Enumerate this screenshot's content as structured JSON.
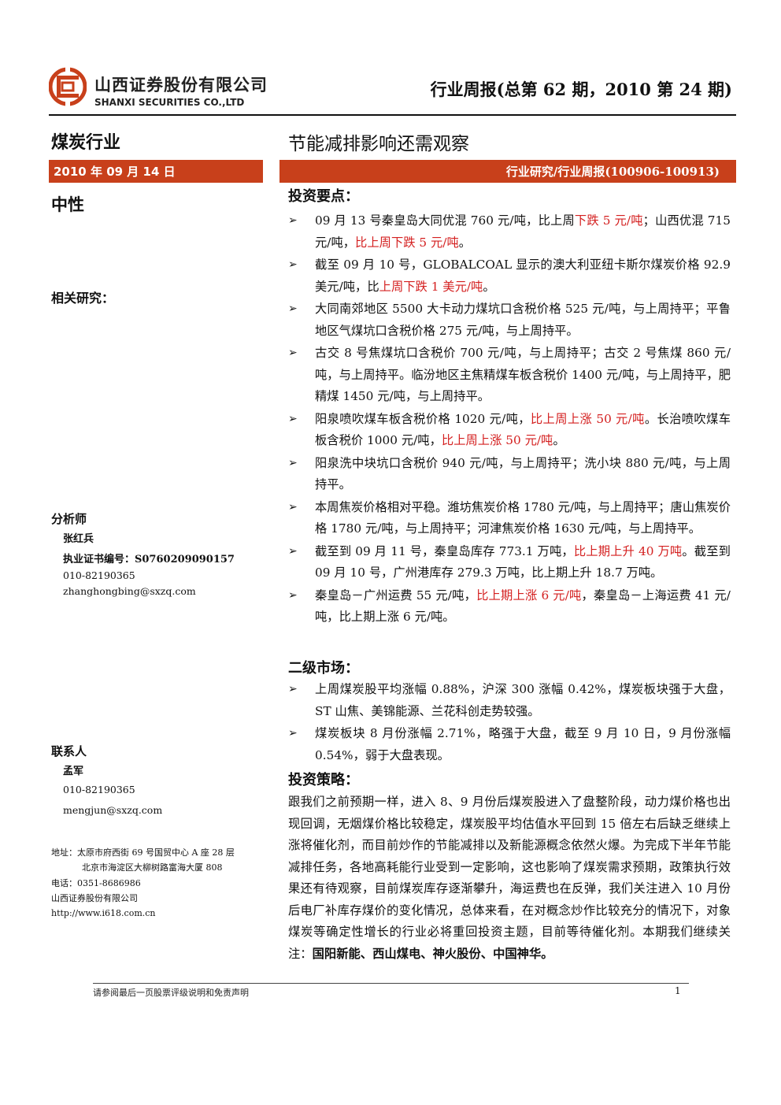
{
  "header": {
    "company_cn": "山西证券股份有限公司",
    "company_en": "SHANXI SECURITIES CO.,LTD",
    "report_title": "行业周报(总第 62 期，2010 第 24 期)",
    "brand_color": "#c8401b"
  },
  "left": {
    "industry": "煤炭行业",
    "date": "2010 年 09 月 14 日",
    "rating": "中性",
    "related_research": "相关研究：",
    "analyst_heading": "分析师",
    "analyst_name": "张红兵",
    "analyst_cert": "执业证书编号：S0760209090157",
    "analyst_phone": "010-82190365",
    "analyst_email": "zhanghongbing@sxzq.com",
    "contact_heading": "联系人",
    "contact_name": "孟军",
    "contact_phone": "010-82190365",
    "contact_email": "mengjun@sxzq.com",
    "address_1": "地址：太原市府西街 69 号国贸中心 A 座 28 层",
    "address_2": "北京市海淀区大柳树路富海大厦 808",
    "tel": "电话：0351-8686986",
    "company": "山西证券股份有限公司",
    "website": "http://www.i618.com.cn"
  },
  "main": {
    "title": "节能减排影响还需观察",
    "category": "行业研究/行业周报(100906-100913)",
    "key_points_heading": "投资要点：",
    "key_points": [
      {
        "a": "09 月 13 号秦皇岛大同优混 760 元/吨，比上周",
        "r1": "下跌 5 元/吨",
        "b": "；山西优混 715 元/吨，",
        "r2": "比上周下跌 5 元/吨",
        "c": "。"
      },
      {
        "a": "截至 09 月 10 号，GLOBALCOAL 显示的澳大利亚纽卡斯尔煤炭价格 92.9 美元/吨，比",
        "r1": "上周下跌 1 美元/吨",
        "b": "。",
        "r2": "",
        "c": ""
      },
      {
        "a": "大同南郊地区 5500 大卡动力煤坑口含税价格 525 元/吨，与上周持平；平鲁地区气煤坑口含税价格 275 元/吨，与上周持平。",
        "r1": "",
        "b": "",
        "r2": "",
        "c": ""
      },
      {
        "a": "古交 8 号焦煤坑口含税价 700 元/吨，与上周持平；古交 2 号焦煤 860 元/吨，与上周持平。临汾地区主焦精煤车板含税价 1400 元/吨，与上周持平，肥精煤 1450 元/吨，与上周持平。",
        "r1": "",
        "b": "",
        "r2": "",
        "c": ""
      },
      {
        "a": "阳泉喷吹煤车板含税价格 1020 元/吨，",
        "r1": "比上周上涨 50 元/吨",
        "b": "。长治喷吹煤车板含税价 1000 元/吨，",
        "r2": "比上周上涨 50 元/吨",
        "c": "。"
      },
      {
        "a": "阳泉洗中块坑口含税价 940 元/吨，与上周持平；洗小块 880 元/吨，与上周持平。",
        "r1": "",
        "b": "",
        "r2": "",
        "c": ""
      },
      {
        "a": "本周焦炭价格相对平稳。潍坊焦炭价格 1780 元/吨，与上周持平；唐山焦炭价格 1780 元/吨，与上周持平；河津焦炭价格 1630 元/吨，与上周持平。",
        "r1": "",
        "b": "",
        "r2": "",
        "c": ""
      },
      {
        "a": "截至到 09 月 11 号，秦皇岛库存 773.1 万吨，",
        "r1": "比上期上升 40 万吨",
        "b": "。截至到 09 月 10 号，广州港库存 279.3 万吨，比上期上升 18.7 万吨。",
        "r2": "",
        "c": ""
      },
      {
        "a": "秦皇岛－广州运费 55 元/吨，",
        "r1": "比上期上涨 6 元/吨",
        "b": "，秦皇岛－上海运费 41 元/吨，比上期上涨 6 元/吨。",
        "r2": "",
        "c": ""
      }
    ],
    "market_heading": "二级市场：",
    "market_points": [
      "上周煤炭股平均涨幅 0.88%，沪深 300 涨幅 0.42%，煤炭板块强于大盘，ST 山焦、美锦能源、兰花科创走势较强。",
      "煤炭板块 8 月份涨幅 2.71%，略强于大盘，截至 9 月 10 日，9 月份涨幅 0.54%，弱于大盘表现。"
    ],
    "strategy_heading": "投资策略：",
    "strategy_text": "跟我们之前预期一样，进入 8、9 月份后煤炭股进入了盘整阶段，动力煤价格也出现回调，无烟煤价格比较稳定，煤炭股平均估值水平回到 15 倍左右后缺乏继续上涨将催化剂，而目前炒作的节能减排以及新能源概念依然火爆。为完成下半年节能减排任务，各地高耗能行业受到一定影响，这也影响了煤炭需求预期，政策执行效果还有待观察，目前煤炭库存逐渐攀升，海运费也在反弹，我们关注进入 10 月份后电厂补库存煤价的变化情况，总体来看，在对概念炒作比较充分的情况下，对象煤炭等确定性增长的行业必将重回投资主题，目前等待催化剂。本期我们继续关注：",
    "strategy_picks": "国阳新能、西山煤电、神火股份、中国神华。"
  },
  "footer": {
    "note": "请参阅最后一页股票评级说明和免责声明",
    "page": "1"
  }
}
